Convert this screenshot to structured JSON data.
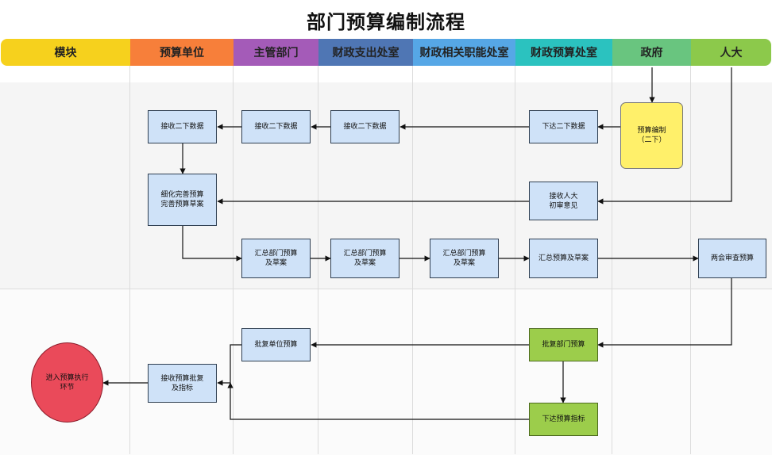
{
  "title": "部门预算编制流程",
  "lanes": [
    {
      "label": "模块",
      "color": "#f6d11d"
    },
    {
      "label": "预算单位",
      "color": "#f77f3a"
    },
    {
      "label": "主管部门",
      "color": "#a45bb8"
    },
    {
      "label": "财政支出处室",
      "color": "#4f76b4"
    },
    {
      "label": "财政相关职能处室",
      "color": "#56a7e6"
    },
    {
      "label": "财政预算处室",
      "color": "#2bc2bf"
    },
    {
      "label": "政府",
      "color": "#69c57f"
    },
    {
      "label": "人大",
      "color": "#8cc94b"
    }
  ],
  "nodes": {
    "n1": "接收二下数据",
    "n2": "接收二下数据",
    "n3": "接收二下数据",
    "n4": "下达二下数据",
    "n5": "预算编制\n（二下）",
    "n6": "细化完善预算\n完善预算草案",
    "n7": "接收人大\n初审意见",
    "n8": "汇总部门预算\n及草案",
    "n9": "汇总部门预算\n及草案",
    "n10": "汇总部门预算\n及草案",
    "n11": "汇总预算及草案",
    "n12": "两会审查预算",
    "n13": "批复单位预算",
    "n14": "批复部门预算",
    "n15": "接收预算批复\n及指标",
    "n16": "进入预算执行\n环节",
    "n17": "下达预算指标"
  }
}
